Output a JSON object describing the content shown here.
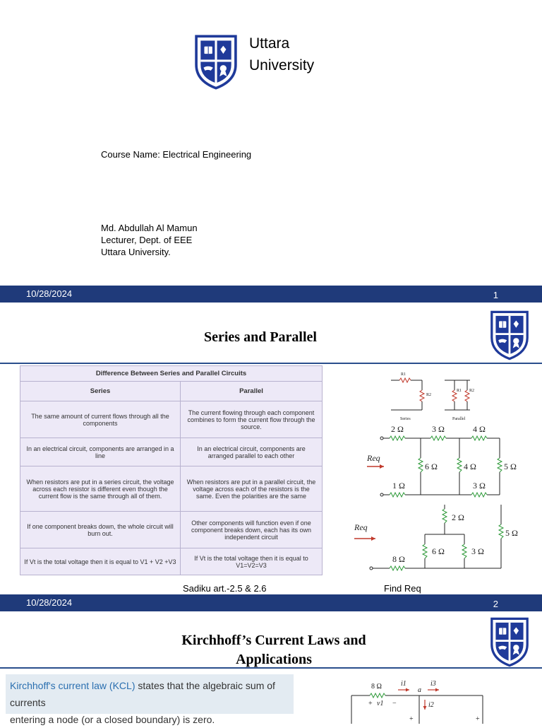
{
  "colors": {
    "brand_blue": "#1f3a7a",
    "rule": "#2a4e8c"
  },
  "slide1": {
    "university_line1": "Uttara",
    "university_line2": "University",
    "course": "Course Name: Electrical Engineering",
    "instructor": "Md. Abdullah Al Mamun",
    "position": "Lecturer, Dept. of EEE",
    "affiliation": "Uttara University.",
    "date": "10/28/2024",
    "page": "1"
  },
  "slide2": {
    "title": "Series and Parallel",
    "table": {
      "heading": "Difference Between Series and Parallel Circuits",
      "columns": [
        "Series",
        "Parallel"
      ],
      "rows": [
        [
          "The same amount of current flows through all the components",
          "The current flowing through each component combines to form the current flow through the source."
        ],
        [
          "In an electrical circuit, components are arranged in a line",
          "In an electrical circuit, components are arranged parallel to each other"
        ],
        [
          "When resistors are put in a series circuit, the voltage across each resistor is different even though the current flow is the same through all of them.",
          "When resistors are put in a parallel circuit, the voltage across each of the resistors is the same. Even the polarities are the same"
        ],
        [
          "If one component breaks down, the whole circuit will burn out.",
          "Other components will function even if one component breaks down, each has its own independent circuit"
        ],
        [
          "If Vt is the total voltage then it is equal to V1 + V2 +V3",
          "If Vt is the total voltage then it is equal to V1=V2=V3"
        ]
      ]
    },
    "small_diagram": {
      "r1": "R1",
      "r2": "R2",
      "series_caption": "Series",
      "parallel_caption": "Parallel"
    },
    "circuit1": {
      "req_label": "Req",
      "resistors": [
        "2 Ω",
        "3 Ω",
        "4 Ω",
        "6 Ω",
        "4 Ω",
        "5 Ω",
        "1 Ω",
        "3 Ω"
      ]
    },
    "circuit2": {
      "req_label": "Req",
      "resistors": [
        "2 Ω",
        "5 Ω",
        "6 Ω",
        "3 Ω",
        "8 Ω"
      ]
    },
    "caption_left": "Sadiku art.-2.5 & 2.6",
    "caption_right": "Find Req",
    "date": "10/28/2024",
    "page": "2"
  },
  "slide3": {
    "title_line1": "Kirchhoff’s Current Laws and",
    "title_line2": "Applications",
    "kcl_highlight": "Kirchhoff's current law (KCL)",
    "kcl_text_1": " states that the algebraic sum of currents",
    "kcl_text_2": "entering a node (or a closed boundary) is zero.",
    "circuit": {
      "r": "8 Ω",
      "i1": "i1",
      "i2": "i2",
      "i3": "i3",
      "node": "a",
      "v1": "v1",
      "plus": "+",
      "minus": "−"
    }
  }
}
